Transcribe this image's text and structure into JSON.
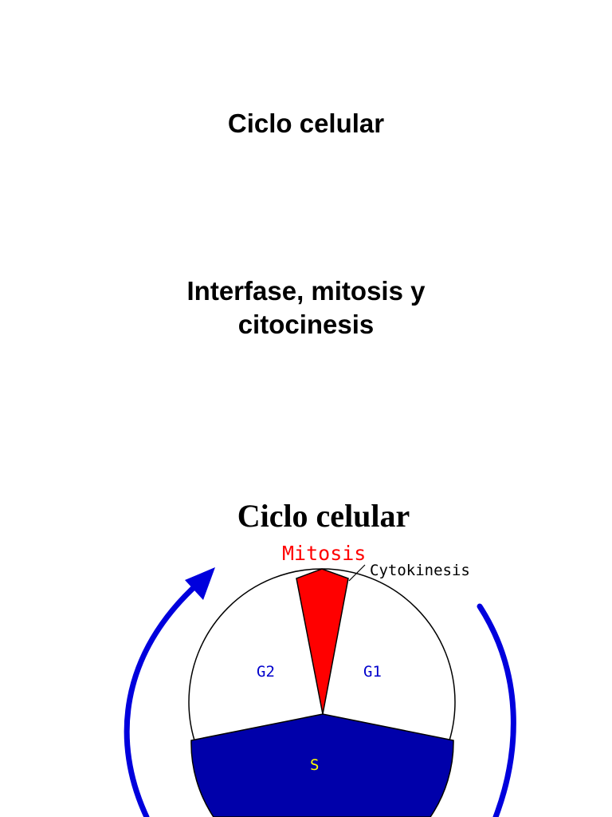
{
  "slide1": {
    "title": "Ciclo celular",
    "subtitle_line1": "Interfase, mitosis y",
    "subtitle_line2": "citocinesis"
  },
  "slide2": {
    "title": "Ciclo celular",
    "diagram": {
      "labels": {
        "mitosis": "Mitosis",
        "cytokinesis": "Cytokinesis",
        "g2": "G2",
        "g1": "G1",
        "s": "S"
      },
      "colors": {
        "mitosis": "#ff0000",
        "s_phase": "#0000aa",
        "s_label": "#ffff00",
        "g_labels": "#0000cc",
        "arrows": "#0000dd"
      }
    }
  }
}
